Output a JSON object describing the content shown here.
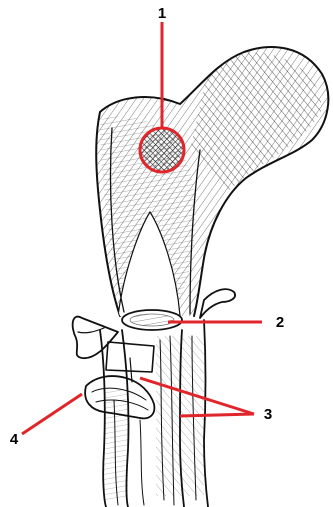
{
  "callouts": [
    {
      "label": "1"
    },
    {
      "label": "2"
    },
    {
      "label": "3"
    },
    {
      "label": "4"
    }
  ],
  "colors": {
    "accent": "#e0262b",
    "ink": "#111111",
    "background": "#ffffff"
  }
}
